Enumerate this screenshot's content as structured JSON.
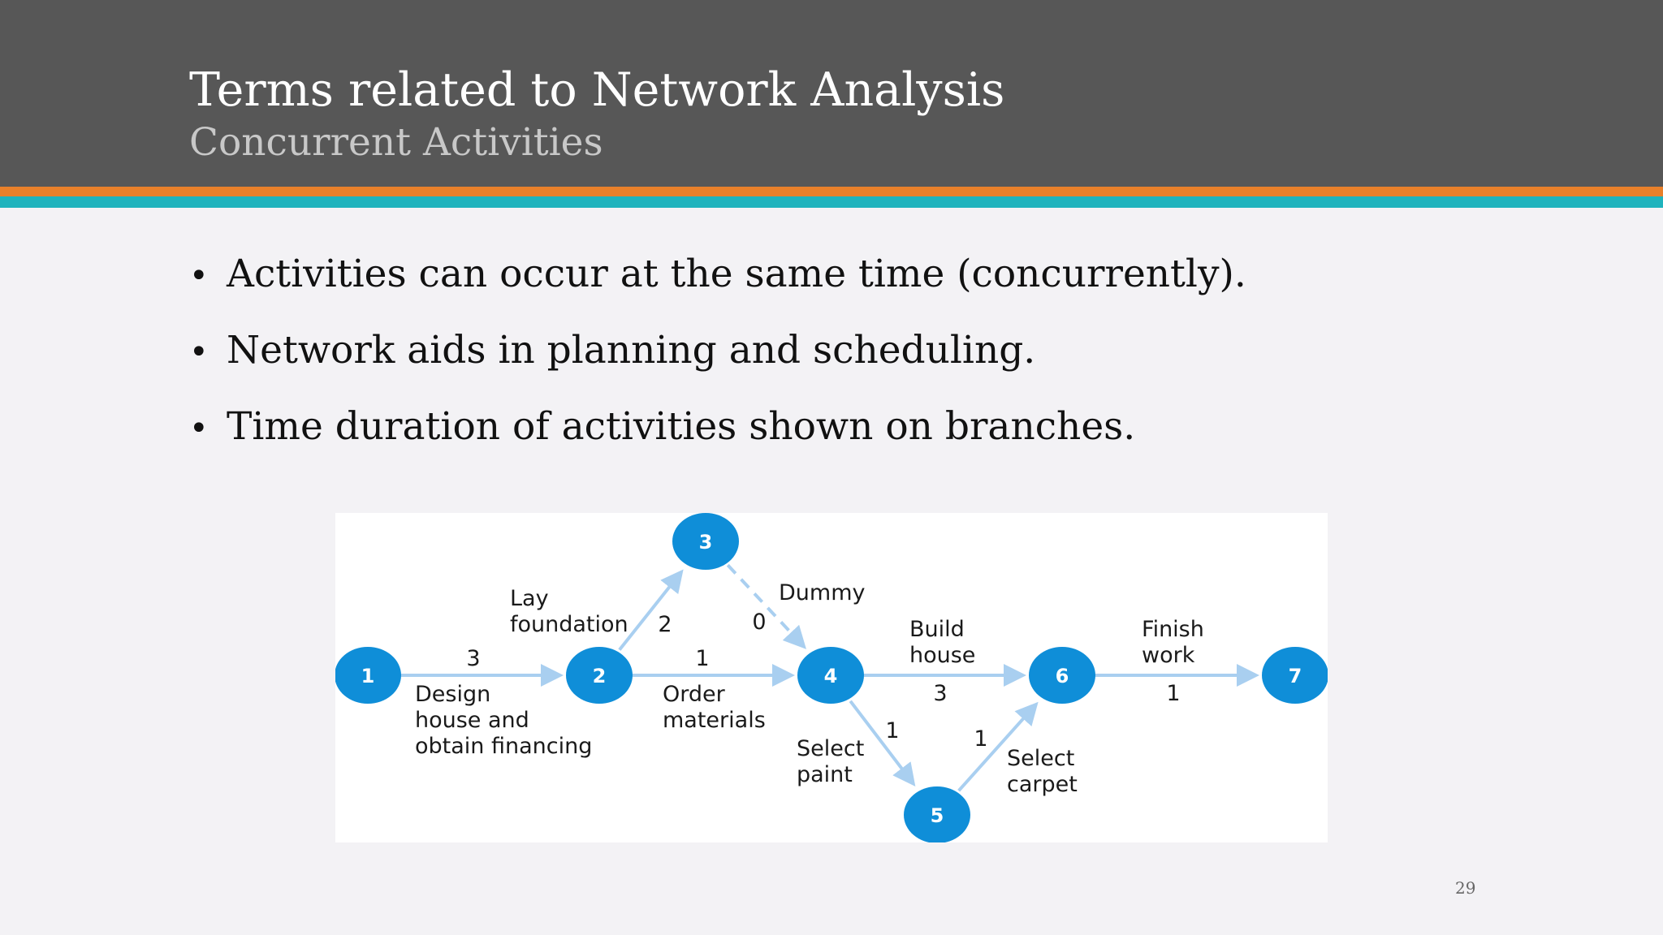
{
  "slide": {
    "title": "Terms related to Network Analysis",
    "subtitle": "Concurrent Activities",
    "bullets": [
      "Activities can occur at the same time (concurrently).",
      "Network aids in planning and scheduling.",
      "Time duration of activities shown on branches."
    ],
    "bullet_glyph": "•",
    "page_number": "29"
  },
  "diagram": {
    "colors": {
      "node": "#0f8ed8",
      "arrow": "#a9cff0",
      "dummy": "#a9cff0"
    },
    "nodes": [
      "1",
      "2",
      "3",
      "4",
      "5",
      "6",
      "7"
    ],
    "edges": [
      {
        "from": "1",
        "to": "2",
        "duration": "3",
        "label": [
          "Design",
          "house and",
          "obtain financing"
        ],
        "dummy": false
      },
      {
        "from": "2",
        "to": "3",
        "duration": "2",
        "label": [
          "Lay",
          "foundation"
        ],
        "dummy": false
      },
      {
        "from": "3",
        "to": "4",
        "duration": "0",
        "label": [
          "Dummy"
        ],
        "dummy": true
      },
      {
        "from": "2",
        "to": "4",
        "duration": "1",
        "label": [
          "Order",
          "materials"
        ],
        "dummy": false
      },
      {
        "from": "4",
        "to": "6",
        "duration": "3",
        "label": [
          "Build",
          "house"
        ],
        "dummy": false
      },
      {
        "from": "4",
        "to": "5",
        "duration": "1",
        "label": [
          "Select",
          "paint"
        ],
        "dummy": false
      },
      {
        "from": "5",
        "to": "6",
        "duration": "1",
        "label": [
          "Select",
          "carpet"
        ],
        "dummy": false
      },
      {
        "from": "6",
        "to": "7",
        "duration": "1",
        "label": [
          "Finish",
          "work"
        ],
        "dummy": false
      }
    ]
  }
}
